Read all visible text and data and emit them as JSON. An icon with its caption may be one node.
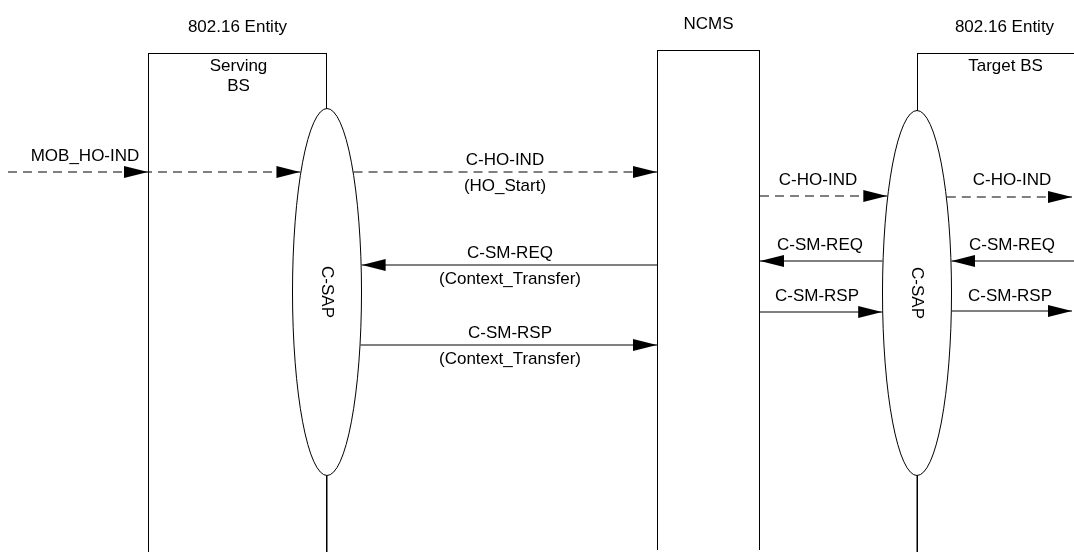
{
  "diagram": {
    "nodes": [
      {
        "text": [
          "802.16 Entity",
          "Serving BS"
        ]
      },
      {
        "text": [
          "C-SAP"
        ]
      },
      {
        "text": [
          "NCMS"
        ]
      },
      {
        "text": [
          "802.16 Entity",
          "Target BS"
        ]
      },
      {
        "text": [
          "C-SAP"
        ]
      }
    ],
    "edges": [
      {
        "from": null,
        "to": 1,
        "arrow": "to",
        "label": "MOB_HO-IND",
        "style": "dashed"
      },
      {
        "from": 1,
        "to": 2,
        "arrow": "to",
        "label": "C-HO-IND (HO_Start)",
        "style": "dashed"
      },
      {
        "from": 2,
        "to": 1,
        "arrow": "to",
        "label": "C-SM-REQ (Context_Transfer)"
      },
      {
        "from": 1,
        "to": 2,
        "arrow": "to",
        "label": "C-SM-RSP (Context_Transfer)"
      },
      {
        "from": 2,
        "to": 4,
        "arrow": "to",
        "label": "C-HO-IND",
        "style": "dashed"
      },
      {
        "from": 4,
        "to": 2,
        "arrow": "to",
        "label": "C-SM-REQ"
      },
      {
        "from": 2,
        "to": 4,
        "arrow": "to",
        "label": "C-SM-RSP"
      },
      {
        "from": 4,
        "to": 3,
        "arrow": "to",
        "label": "C-HO-IND",
        "style": "dashed"
      },
      {
        "from": 3,
        "to": 4,
        "arrow": "to",
        "label": "C-SM-REQ"
      },
      {
        "from": 4,
        "to": 3,
        "arrow": "to",
        "label": "C-SM-RSP"
      }
    ]
  }
}
